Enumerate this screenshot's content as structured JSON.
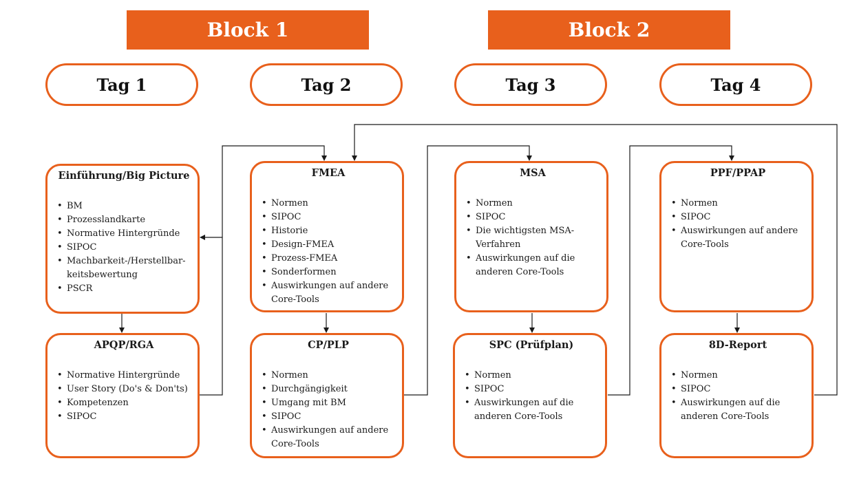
{
  "blocks": [
    {
      "label": "Block 1"
    },
    {
      "label": "Block 2"
    }
  ],
  "days": [
    {
      "label": "Tag 1"
    },
    {
      "label": "Tag 2"
    },
    {
      "label": "Tag 3"
    },
    {
      "label": "Tag 4"
    }
  ],
  "cards": {
    "einfuehrung": {
      "title": "Einführung/Big Picture",
      "items": [
        "BM",
        "Prozesslandkarte",
        "Normative Hintergründe",
        "SIPOC",
        "Machbarkeit-/Herstellbar-keitsbewertung",
        "PSCR"
      ]
    },
    "apqp": {
      "title": "APQP/RGA",
      "items": [
        "Normative Hintergründe",
        "User Story (Do's & Don'ts)",
        "Kompetenzen",
        "SIPOC"
      ]
    },
    "fmea": {
      "title": "FMEA",
      "items": [
        "Normen",
        "SIPOC",
        "Historie",
        "Design-FMEA",
        "Prozess-FMEA",
        "Sonderformen",
        "Auswirkungen auf andere Core-Tools"
      ]
    },
    "cp_plp": {
      "title": "CP/PLP",
      "items": [
        "Normen",
        "Durchgängigkeit",
        "Umgang mit BM",
        "SIPOC",
        "Auswirkungen auf andere Core-Tools"
      ]
    },
    "msa": {
      "title": "MSA",
      "items": [
        "Normen",
        "SIPOC",
        "Die wichtigsten MSA-Verfahren",
        "Auswirkungen auf die anderen Core-Tools"
      ]
    },
    "spc": {
      "title": "SPC (Prüfplan)",
      "items": [
        "Normen",
        "SIPOC",
        "Auswirkungen auf die anderen Core-Tools"
      ]
    },
    "ppf_ppap": {
      "title": "PPF/PPAP",
      "items": [
        "Normen",
        "SIPOC",
        "Auswirkungen auf andere Core-Tools"
      ]
    },
    "eightd": {
      "title": "8D-Report",
      "items": [
        "Normen",
        "SIPOC",
        "Auswirkungen auf die anderen Core-Tools"
      ]
    }
  },
  "colors": {
    "accent": "#E8601C",
    "line": "#1a1a1a"
  }
}
